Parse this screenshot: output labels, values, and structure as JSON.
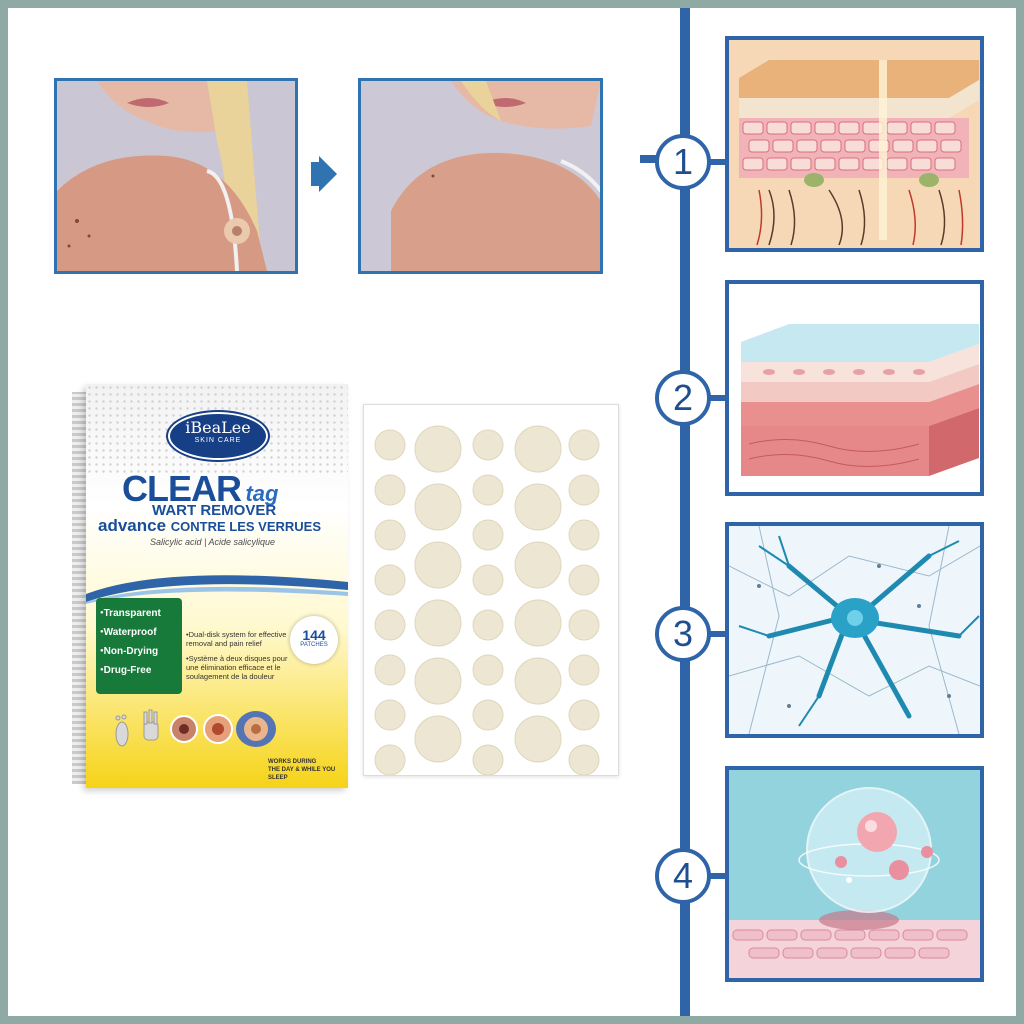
{
  "product": {
    "brand": "iBeaLee",
    "brand_sub": "SKIN CARE",
    "title_main": "CLEAR",
    "title_tag": "tag",
    "subtitle": "WART REMOVER",
    "subtitle_fr_a": "advance",
    "subtitle_fr_b": "CONTRE LES VERRUES",
    "ingredient": "Salicylic acid | Acide salicylique",
    "features": [
      "Transparent",
      "Waterproof",
      "Non-Drying",
      "Drug-Free"
    ],
    "desc_en": "Dual-disk system for effective removal and pain relief",
    "desc_fr": "Système à deux disques pour une élimination efficace et le soulagement de la douleur",
    "count": "144",
    "count_unit": "PATCHES",
    "tagline_1": "WORKS DURING",
    "tagline_2": "THE DAY & WHILE YOU SLEEP"
  },
  "steps": [
    {
      "number": "1"
    },
    {
      "number": "2"
    },
    {
      "number": "3"
    },
    {
      "number": "4"
    }
  ],
  "colors": {
    "frame": "#8fa9a4",
    "accent_blue": "#2f65a8",
    "brand_navy": "#173f86",
    "feature_green": "#177a3b",
    "box_yellow": "#f6d317",
    "patch_beige": "#ece6d2"
  },
  "icons": {
    "transition": "arrow-right-icon",
    "feature_bullet": "bullet-icon"
  }
}
